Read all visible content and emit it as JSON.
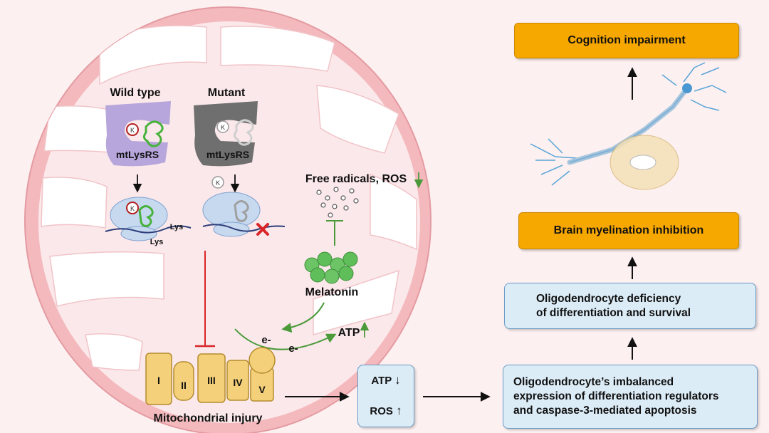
{
  "colors": {
    "background": "#fdf0f1",
    "mitochondrion_outer": "#f4b9bd",
    "mitochondrion_inner": "#fbe8ea",
    "cristae": "#ffffff",
    "enzyme_wildtype": "#b7a6dc",
    "enzyme_mutant": "#6f6f6f",
    "trna_green": "#48b23c",
    "ribosome": "#c7d9ef",
    "inhibition_red": "#d9252a",
    "complex_gold": "#f4d07a",
    "melatonin_green": "#5fbe5a",
    "outcome_orange": "#f7a800",
    "outcome_blue": "#dcecf7"
  },
  "icons": [
    "lysine-k-icon",
    "trna-icon",
    "ribosome-icon",
    "mrna-strand-icon",
    "red-x-icon",
    "melatonin-cluster-icon",
    "neuron-illustration",
    "up-arrow-icon",
    "down-arrow-icon"
  ],
  "mitochondrion": {
    "wild_type_label": "Wild type",
    "mutant_label": "Mutant",
    "enzyme_label_wt": "mtLysRS",
    "enzyme_label_mut": "mtLysRS",
    "lysine_symbol": "K",
    "lys_label_1": "Lys",
    "lys_label_2": "Lys",
    "free_radicals_label": "Free radicals, ROS",
    "melatonin_label": "Melatonin",
    "electron_label_1": "e-",
    "electron_label_2": "e-",
    "atp_label": "ATP",
    "complexes": [
      "I",
      "II",
      "III",
      "IV",
      "V"
    ],
    "injury_label": "Mitochondrial injury"
  },
  "atp_ros_box": {
    "atp": "ATP",
    "ros": "ROS"
  },
  "outcomes": {
    "cognition": "Cognition impairment",
    "myelination": "Brain myelination inhibition",
    "deficiency_line1": "Oligodendrocyte deficiency",
    "deficiency_line2": "of differentiation and survival",
    "imbalance_line1": "Oligodendrocyte’s imbalanced",
    "imbalance_line2": "expression of differentiation regulators",
    "imbalance_line3": "and caspase-3-mediated apoptosis"
  }
}
